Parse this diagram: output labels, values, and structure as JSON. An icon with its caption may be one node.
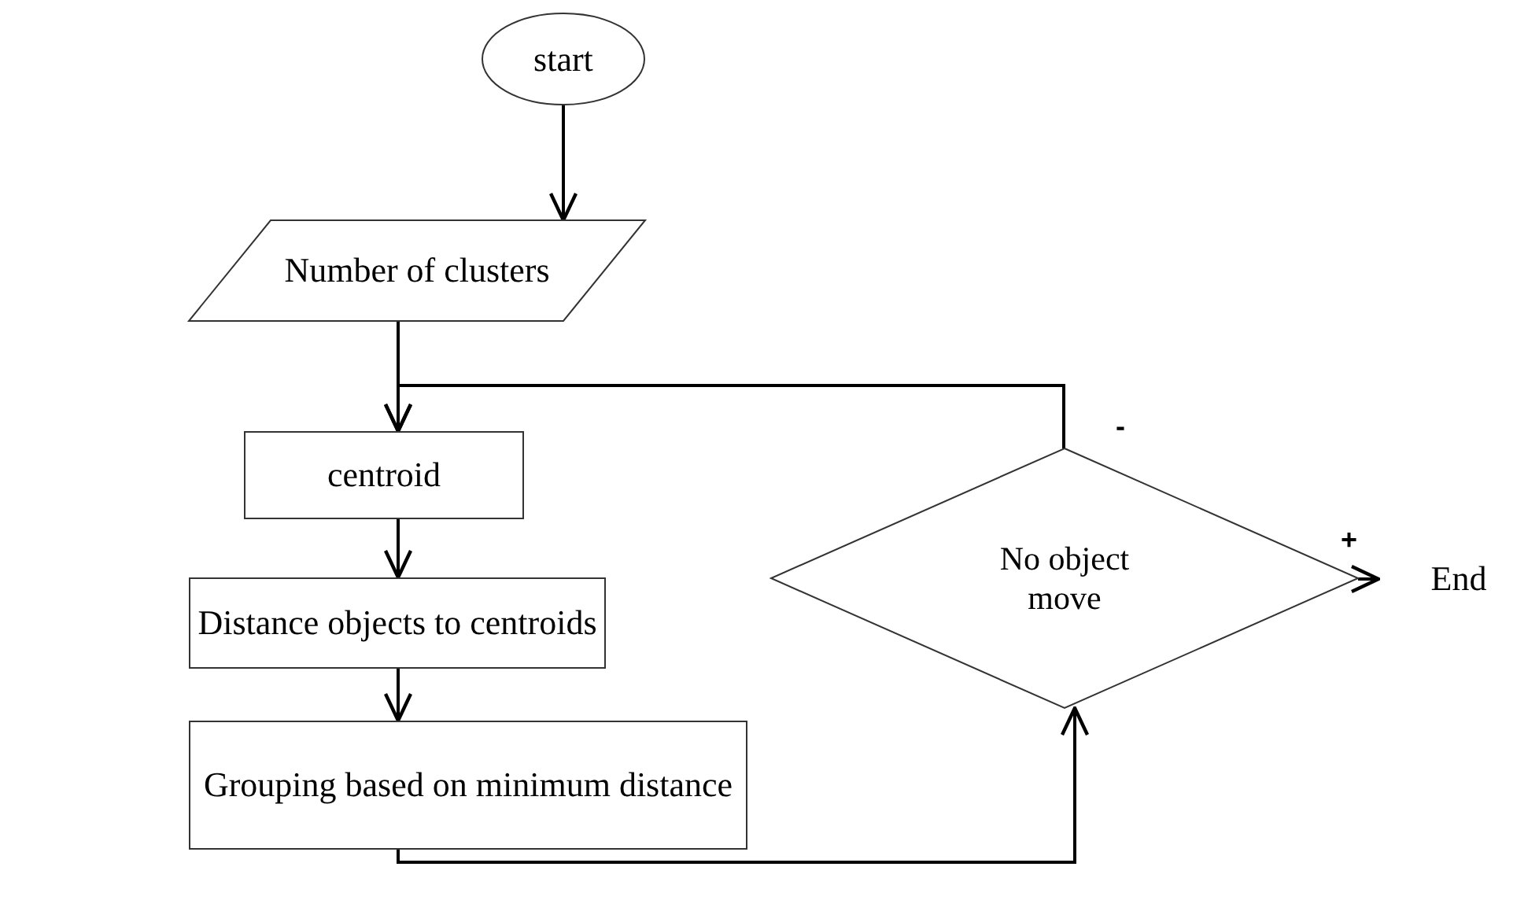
{
  "diagram": {
    "nodes": [
      {
        "text": [
          "start"
        ]
      },
      {
        "text": [
          "Number of clusters"
        ]
      },
      {
        "text": [
          "centroid"
        ]
      },
      {
        "text": [
          "Distance objects to centroids"
        ]
      },
      {
        "text": [
          "Grouping based on minimum distance"
        ]
      },
      {
        "text": [
          "No object move"
        ]
      },
      {
        "text": [
          "End"
        ]
      }
    ],
    "edges": [
      {
        "from": 0,
        "to": 1,
        "arrow": "to"
      },
      {
        "from": 1,
        "to": 2,
        "arrow": "to"
      },
      {
        "from": 5,
        "to": 2,
        "arrow": "to",
        "label": "-"
      },
      {
        "from": 2,
        "to": 3,
        "arrow": "to"
      },
      {
        "from": 3,
        "to": 4,
        "arrow": "to"
      },
      {
        "from": 4,
        "to": 5,
        "arrow": "to"
      },
      {
        "from": 5,
        "to": 6,
        "arrow": "to",
        "label": "+"
      }
    ]
  }
}
